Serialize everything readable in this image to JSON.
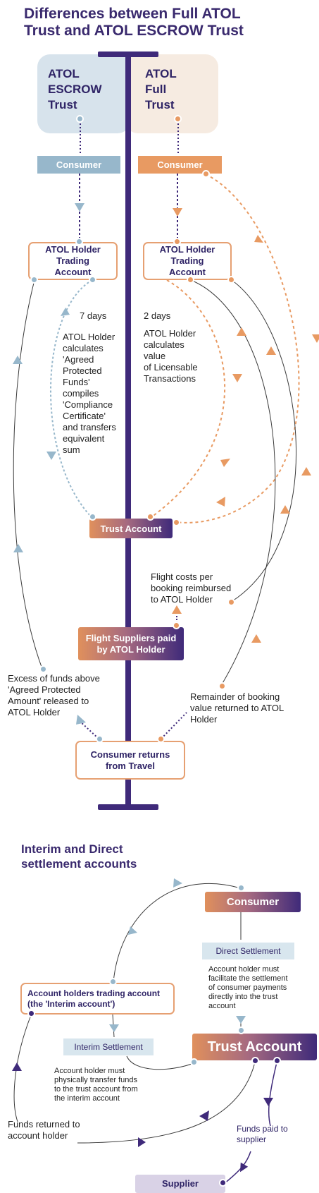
{
  "section1": {
    "title_line1": "Differences between Full ATOL",
    "title_line2": "Trust and ATOL ESCROW Trust",
    "escrow_label": [
      "ATOL",
      "ESCROW",
      "Trust"
    ],
    "full_label": [
      "ATOL",
      "Full",
      "Trust"
    ],
    "consumer_left": "Consumer",
    "consumer_right": "Consumer",
    "holder_left": [
      "ATOL Holder Trading",
      "Account"
    ],
    "holder_right": [
      "ATOL Holder Trading",
      "Account"
    ],
    "days_left": "7 days",
    "days_right": "2 days",
    "text_left": [
      "ATOL Holder",
      "calculates",
      "'Agreed",
      "Protected",
      "Funds'",
      "compiles",
      "'Compliance",
      "Certificate'",
      "and transfers",
      "equivalent",
      "sum"
    ],
    "text_right": [
      "ATOL Holder",
      "calculates",
      "value",
      "of Licensable",
      "Transactions"
    ],
    "trust_account": "Trust Account",
    "flight_costs": [
      "Flight costs per",
      "booking reimbursed",
      "to ATOL Holder"
    ],
    "flight_suppliers": [
      "Flight Suppliers paid",
      "by ATOL Holder"
    ],
    "excess": [
      "Excess of funds above",
      "'Agreed Protected",
      "Amount' released to",
      "ATOL Holder"
    ],
    "remainder": [
      "Remainder of booking",
      "value returned to ATOL",
      "Holder"
    ],
    "consumer_returns": [
      "Consumer returns",
      "from Travel"
    ]
  },
  "section2": {
    "title_line1": "Interim and Direct",
    "title_line2": "settlement accounts",
    "consumer": "Consumer",
    "direct_settlement": "Direct Settlement",
    "direct_text": [
      "Account holder must",
      "facilitate the settlement",
      "of consumer payments",
      "directly into the trust",
      "account"
    ],
    "trading_account": [
      "Account holders trading account",
      "(the 'Interim account')"
    ],
    "interim_settlement": "Interim Settlement",
    "interim_text": [
      "Account holder must",
      "physically transfer funds",
      "to the trust account from",
      "the interim account"
    ],
    "trust_account": "Trust Account",
    "funds_returned": [
      "Funds returned to",
      "account holder"
    ],
    "funds_paid": [
      "Funds paid to",
      "supplier"
    ],
    "supplier": "Supplier"
  },
  "colors": {
    "purple": "#3f2a7a",
    "orange": "#e89a62",
    "blue": "#97b7cb"
  }
}
